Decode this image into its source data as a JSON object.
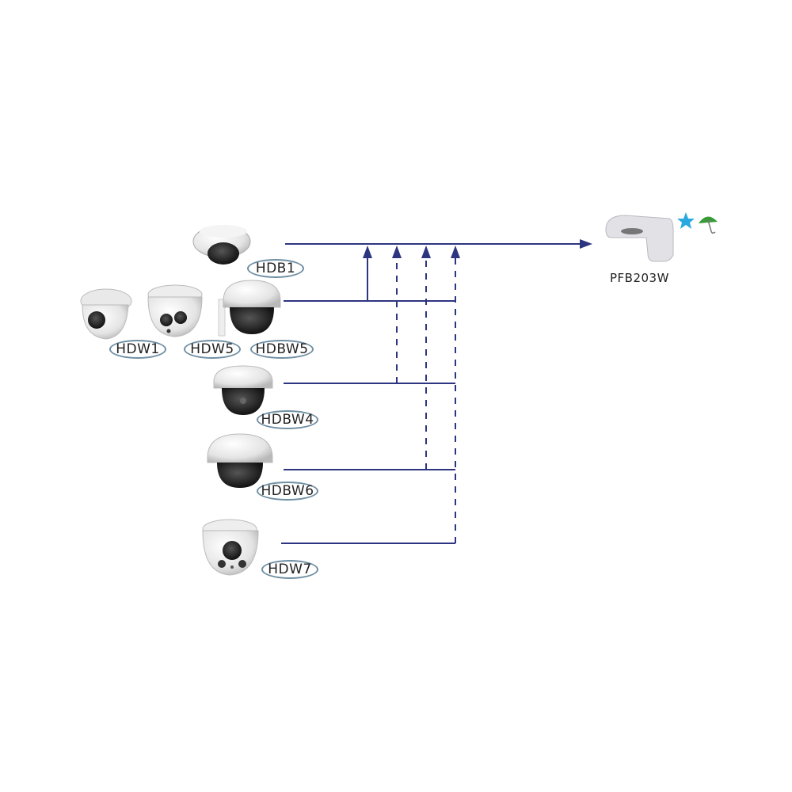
{
  "target": {
    "name": "PFB203W",
    "badges": [
      "star-icon",
      "umbrella-icon"
    ]
  },
  "cameras": [
    {
      "id": "hdb1",
      "label": "HDB1"
    },
    {
      "id": "hdw1",
      "label": "HDW1"
    },
    {
      "id": "hdw5",
      "label": "HDW5"
    },
    {
      "id": "hdbw5",
      "label": "HDBW5"
    },
    {
      "id": "hdbw4",
      "label": "HDBW4"
    },
    {
      "id": "hdbw6",
      "label": "HDBW6"
    },
    {
      "id": "hdw7",
      "label": "HDW7"
    }
  ],
  "colors": {
    "line": "#2e3580",
    "oval": "#6f8fa3",
    "star": "#2aa8e0",
    "umbrella": "#3a9a3a"
  }
}
